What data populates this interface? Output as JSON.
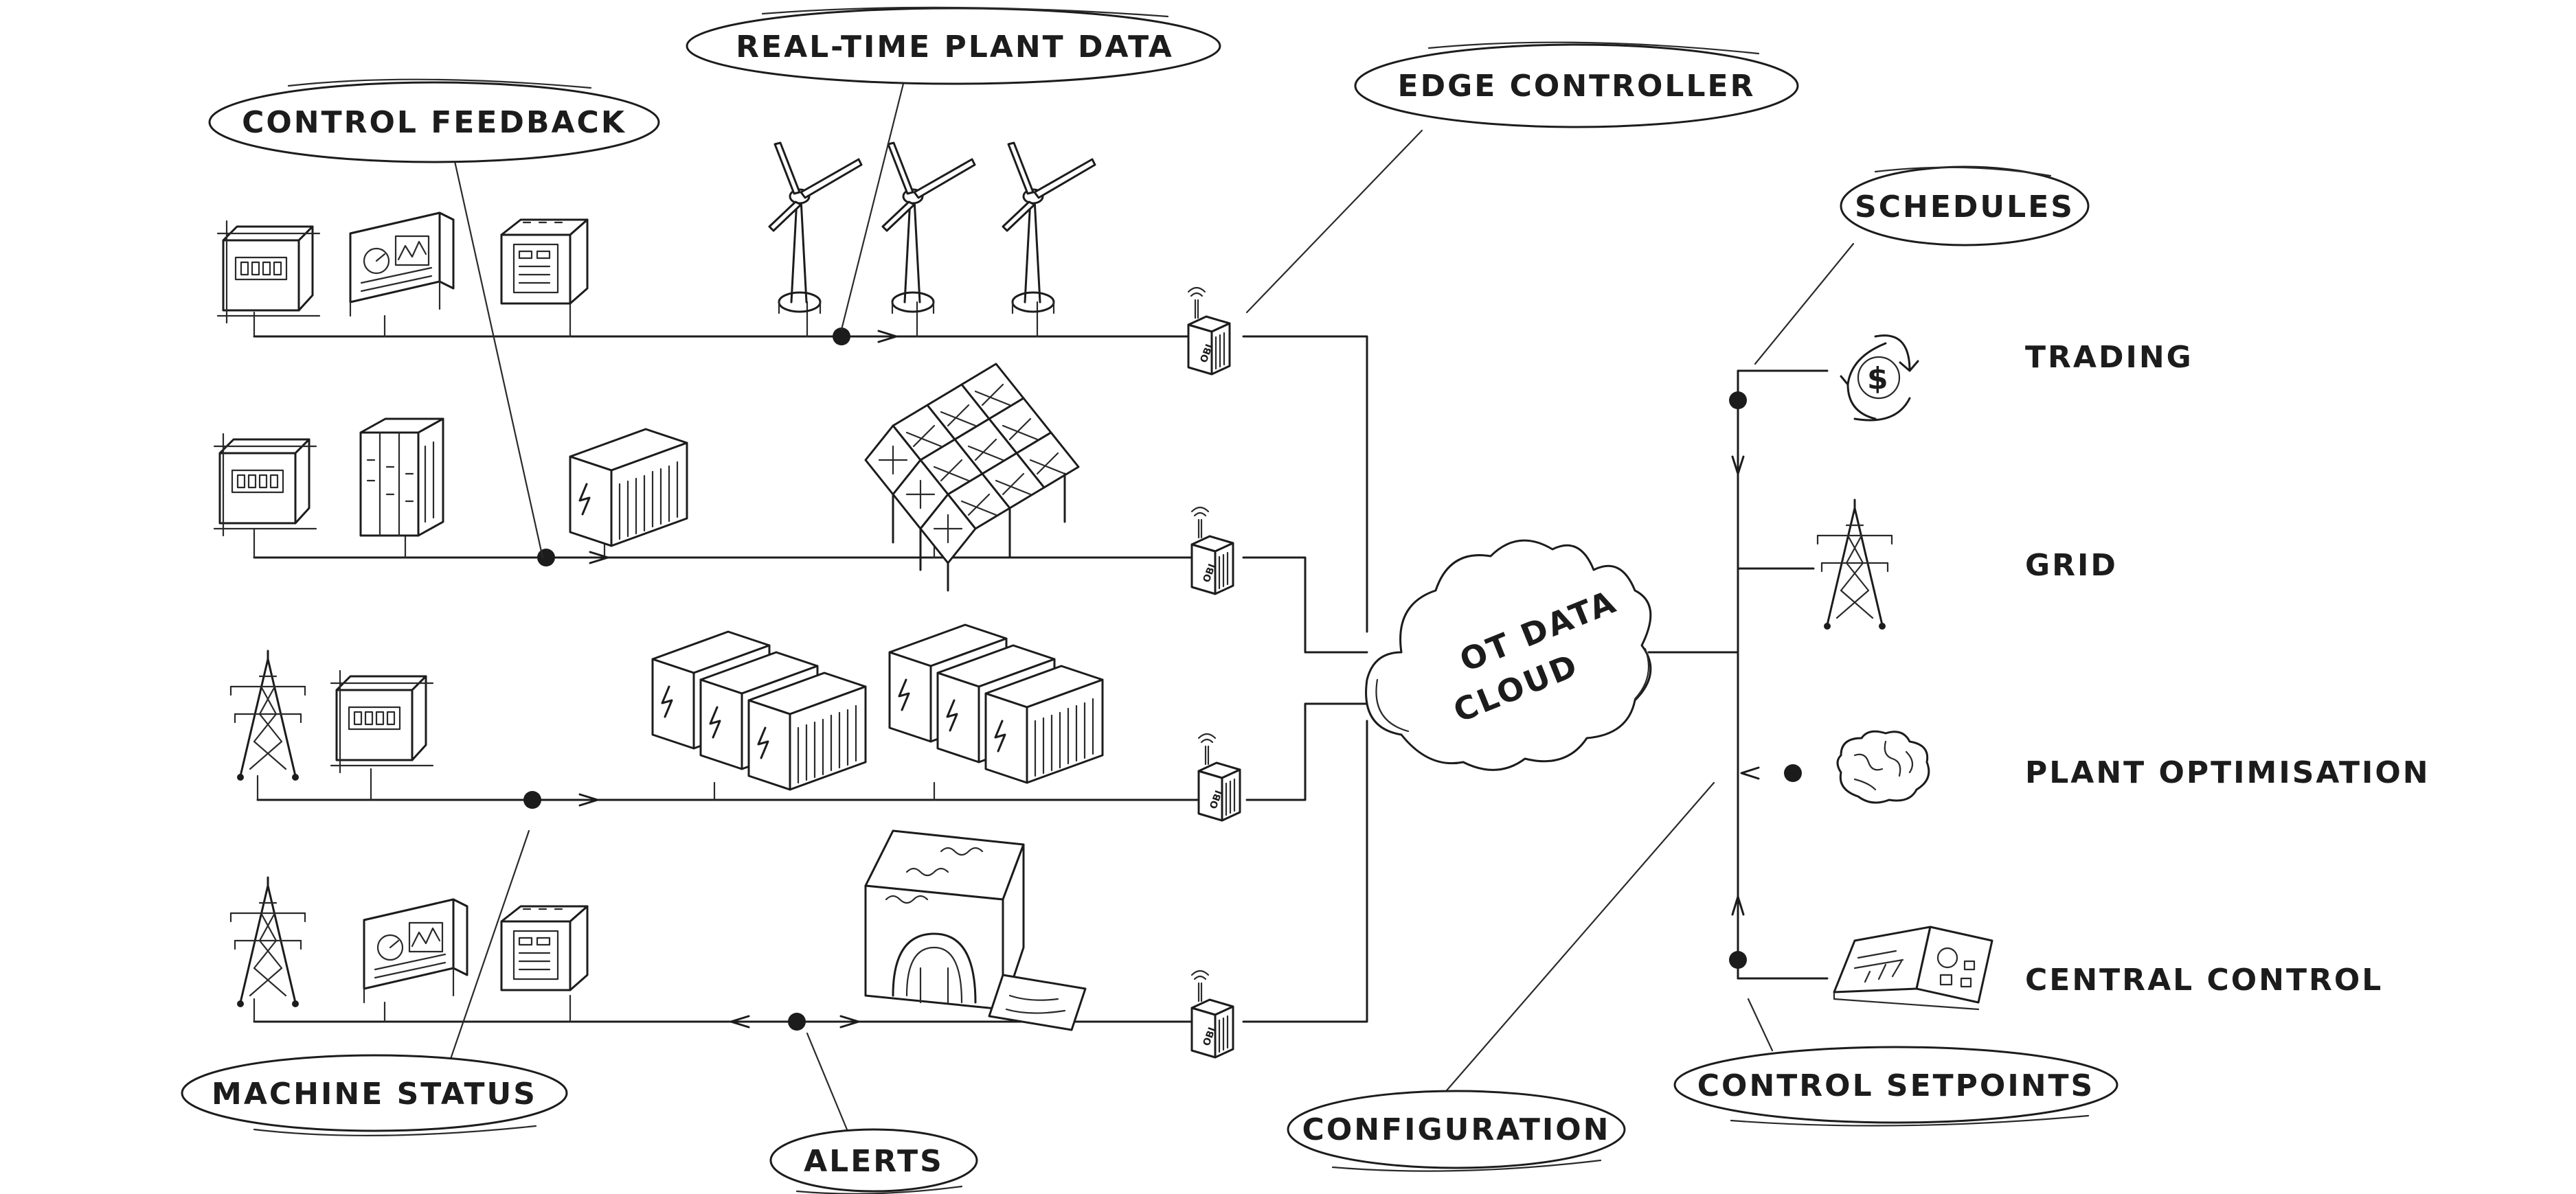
{
  "bubbles": {
    "control_feedback": "CONTROL FEEDBACK",
    "real_time_plant_data": "REAL-TIME PLANT DATA",
    "edge_controller": "EDGE CONTROLLER",
    "schedules": "SCHEDULES",
    "machine_status": "MACHINE STATUS",
    "alerts": "ALERTS",
    "configuration": "CONFIGURATION",
    "control_setpoints": "CONTROL SETPOINTS"
  },
  "cloud": {
    "line1": "OT DATA",
    "line2": "CLOUD"
  },
  "destinations": {
    "trading": "TRADING",
    "grid": "GRID",
    "plant_optimisation": "PLANT OPTIMISATION",
    "central_control": "CENTRAL CONTROL"
  },
  "edge_device_label": "OBI",
  "icons": {
    "wind": "wind-turbine-icon",
    "solar": "solar-panel-icon",
    "battery": "battery-container-icon",
    "tower": "transmission-tower-icon",
    "hydro": "hydro-dam-icon",
    "meter": "meter-cabinet-icon",
    "scada": "control-panel-icon",
    "cabinet": "switchgear-cabinet-icon",
    "edge": "edge-device-icon",
    "cloud": "cloud-icon",
    "trading": "dollar-cycle-icon",
    "brain": "brain-icon",
    "central": "control-dashboard-icon"
  }
}
